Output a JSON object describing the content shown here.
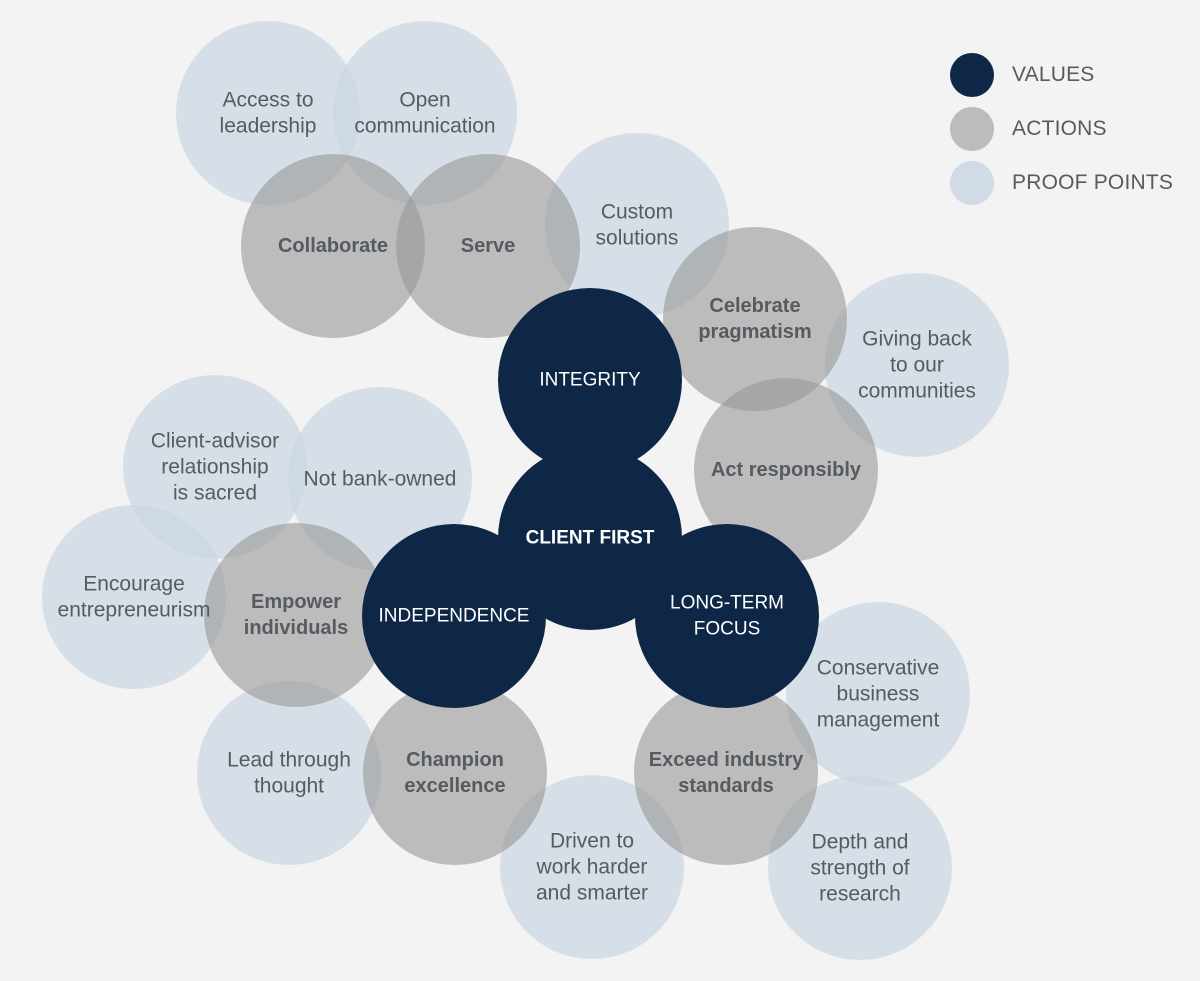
{
  "colors": {
    "background": "#f3f3f3",
    "values": "#0e2747",
    "actions": "#9a9a9a",
    "proof_points": "#c9d6e3",
    "dark_text": "#ffffff",
    "light_text": "#555b60"
  },
  "legend": [
    {
      "label": "VALUES",
      "kind": "values"
    },
    {
      "label": "ACTIONS",
      "kind": "actions"
    },
    {
      "label": "PROOF POINTS",
      "kind": "proof_points"
    }
  ],
  "bubbles": [
    {
      "id": "access-to-leadership",
      "kind": "proof_points",
      "lines": [
        "Access to",
        "leadership"
      ]
    },
    {
      "id": "open-communication",
      "kind": "proof_points",
      "lines": [
        "Open",
        "communication"
      ]
    },
    {
      "id": "custom-solutions",
      "kind": "proof_points",
      "lines": [
        "Custom",
        "solutions"
      ]
    },
    {
      "id": "giving-back",
      "kind": "proof_points",
      "lines": [
        "Giving back",
        "to our",
        "communities"
      ]
    },
    {
      "id": "client-advisor",
      "kind": "proof_points",
      "lines": [
        "Client-advisor",
        "relationship",
        "is sacred"
      ]
    },
    {
      "id": "not-bank-owned",
      "kind": "proof_points",
      "lines": [
        "Not bank-owned"
      ]
    },
    {
      "id": "encourage-entrepreneurism",
      "kind": "proof_points",
      "lines": [
        "Encourage",
        "entrepreneurism"
      ]
    },
    {
      "id": "lead-through-thought",
      "kind": "proof_points",
      "lines": [
        "Lead through",
        "thought"
      ]
    },
    {
      "id": "driven-to-work",
      "kind": "proof_points",
      "lines": [
        "Driven to",
        "work harder",
        "and smarter"
      ]
    },
    {
      "id": "conservative-business",
      "kind": "proof_points",
      "lines": [
        "Conservative",
        "business",
        "management"
      ]
    },
    {
      "id": "depth-and-strength",
      "kind": "proof_points",
      "lines": [
        "Depth and",
        "strength of",
        "research"
      ]
    },
    {
      "id": "collaborate",
      "kind": "actions",
      "lines": [
        "Collaborate"
      ]
    },
    {
      "id": "serve",
      "kind": "actions",
      "lines": [
        "Serve"
      ]
    },
    {
      "id": "celebrate-pragmatism",
      "kind": "actions",
      "lines": [
        "Celebrate",
        "pragmatism"
      ]
    },
    {
      "id": "act-responsibly",
      "kind": "actions",
      "lines": [
        "Act responsibly"
      ]
    },
    {
      "id": "empower-individuals",
      "kind": "actions",
      "lines": [
        "Empower",
        "individuals"
      ]
    },
    {
      "id": "champion-excellence",
      "kind": "actions",
      "lines": [
        "Champion",
        "excellence"
      ]
    },
    {
      "id": "exceed-industry-standards",
      "kind": "actions",
      "lines": [
        "Exceed industry",
        "standards"
      ]
    },
    {
      "id": "integrity",
      "kind": "values",
      "lines": [
        "INTEGRITY"
      ]
    },
    {
      "id": "independence",
      "kind": "values",
      "lines": [
        "INDEPENDENCE"
      ]
    },
    {
      "id": "long-term-focus",
      "kind": "values",
      "lines": [
        "LONG-TERM",
        "FOCUS"
      ]
    },
    {
      "id": "client-first",
      "kind": "values",
      "lines": [
        "CLIENT FIRST"
      ]
    }
  ]
}
